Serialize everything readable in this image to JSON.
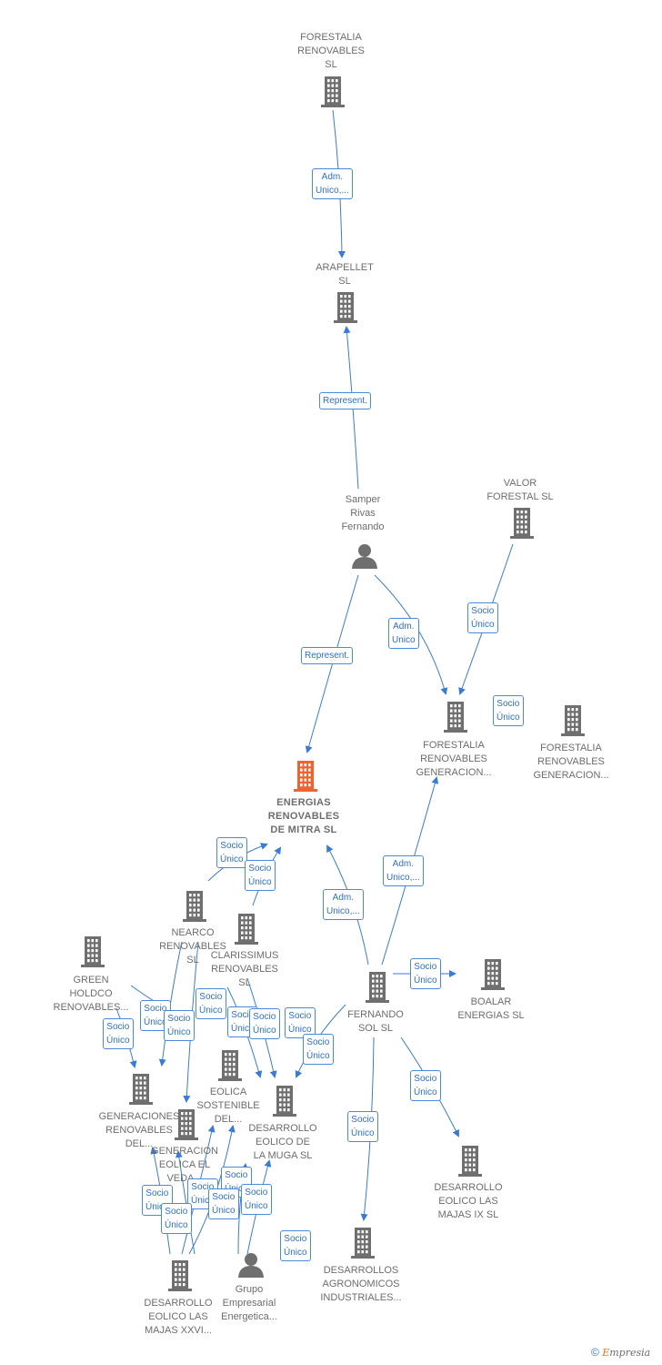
{
  "nodes": [
    {
      "id": "forestalia_renovables",
      "kind": "company",
      "label": "FORESTALIA\nRENOVABLES\nSL"
    },
    {
      "id": "arapellet",
      "kind": "company",
      "label": "ARAPELLET\nSL"
    },
    {
      "id": "samper",
      "kind": "person",
      "label": "Samper\nRivas\nFernando"
    },
    {
      "id": "valor_forestal",
      "kind": "company",
      "label": "VALOR\nFORESTAL SL"
    },
    {
      "id": "frg1",
      "kind": "company",
      "label": "FORESTALIA\nRENOVABLES\nGENERACION..."
    },
    {
      "id": "frg2",
      "kind": "company",
      "label": "FORESTALIA\nRENOVABLES\nGENERACION..."
    },
    {
      "id": "energias_mitra",
      "kind": "focus",
      "label": "ENERGIAS\nRENOVABLES\nDE MITRA  SL"
    },
    {
      "id": "nearco",
      "kind": "company",
      "label": "NEARCO\nRENOVABLES\nSL"
    },
    {
      "id": "clarissimus",
      "kind": "company",
      "label": "CLARISSIMUS\nRENOVABLES\nSL"
    },
    {
      "id": "green_holdco",
      "kind": "company",
      "label": "GREEN\nHOLDCO\nRENOVABLES..."
    },
    {
      "id": "fernando_sol",
      "kind": "company",
      "label": "FERNANDO\nSOL SL"
    },
    {
      "id": "boalar",
      "kind": "company",
      "label": "BOALAR\nENERGIAS  SL"
    },
    {
      "id": "generaciones",
      "kind": "company",
      "label": "GENERACIONES\nRENOVABLES\nDEL..."
    },
    {
      "id": "eolica_sostenible",
      "kind": "company",
      "label": "EOLICA\nSOSTENIBLE\nDEL..."
    },
    {
      "id": "muga",
      "kind": "company",
      "label": "DESARROLLO\nEOLICO DE\nLA MUGA SL"
    },
    {
      "id": "generacion_eolica",
      "kind": "company",
      "label": "GENERACION\nEOLICA EL\nVEDA..."
    },
    {
      "id": "majas_ix",
      "kind": "company",
      "label": "DESARROLLO\nEOLICO LAS\nMAJAS IX  SL"
    },
    {
      "id": "agronomicos",
      "kind": "company",
      "label": "DESARROLLOS\nAGRONOMICOS\nINDUSTRIALES..."
    },
    {
      "id": "majas_xxvi",
      "kind": "company",
      "label": "DESARROLLO\nEOLICO LAS\nMAJAS XXVI..."
    },
    {
      "id": "grupo_empresarial",
      "kind": "person",
      "label": "Grupo\nEmpresarial\nEnergetica..."
    }
  ],
  "relations": [
    {
      "id": "r1",
      "label": "Adm.\nUnico,..."
    },
    {
      "id": "r2",
      "label": "Represent."
    },
    {
      "id": "r3",
      "label": "Adm.\nUnico"
    },
    {
      "id": "r4",
      "label": "Socio\nÚnico"
    },
    {
      "id": "r5",
      "label": "Socio\nÚnico"
    },
    {
      "id": "r6",
      "label": "Represent."
    },
    {
      "id": "r7",
      "label": "Adm.\nUnico,..."
    },
    {
      "id": "r8",
      "label": "Adm.\nUnico,..."
    },
    {
      "id": "r9",
      "label": "Socio\nÚnico"
    },
    {
      "id": "r10",
      "label": "Socio\nÚnico"
    },
    {
      "id": "r11",
      "label": "Socio\nÚnico"
    },
    {
      "id": "r12",
      "label": "Socio\nÚnico"
    },
    {
      "id": "r13",
      "label": "Socio\nÚnico"
    },
    {
      "id": "r14",
      "label": "Socio\nÚnico"
    },
    {
      "id": "r15",
      "label": "Socio\nÚnico"
    },
    {
      "id": "r16",
      "label": "Socio\nÚnico"
    },
    {
      "id": "r17",
      "label": "Socio\nÚnico"
    },
    {
      "id": "r18",
      "label": "Socio\nÚnico"
    },
    {
      "id": "r19",
      "label": "Socio\nÚnico"
    },
    {
      "id": "r20",
      "label": "Socio\nÚnico"
    },
    {
      "id": "r21",
      "label": "Socio\nÚnico"
    },
    {
      "id": "r22",
      "label": "Socio\nÚnico"
    },
    {
      "id": "r23",
      "label": "Socio\nÚnico"
    },
    {
      "id": "r24",
      "label": "Socio\nÚnico"
    },
    {
      "id": "r25",
      "label": "Socio\nÚnico"
    },
    {
      "id": "r26",
      "label": "Socio\nÚnico"
    },
    {
      "id": "r27",
      "label": "Socio\nÚnico"
    },
    {
      "id": "r28",
      "label": "Socio\nÚnico"
    }
  ],
  "footer": {
    "copyright": "©",
    "brand_first": "E",
    "brand_rest": "mpresia"
  },
  "colors": {
    "company": "#6f6f6f",
    "focus": "#f0622f",
    "edge": "#3a7bd5",
    "label": "#6d6d6d"
  }
}
